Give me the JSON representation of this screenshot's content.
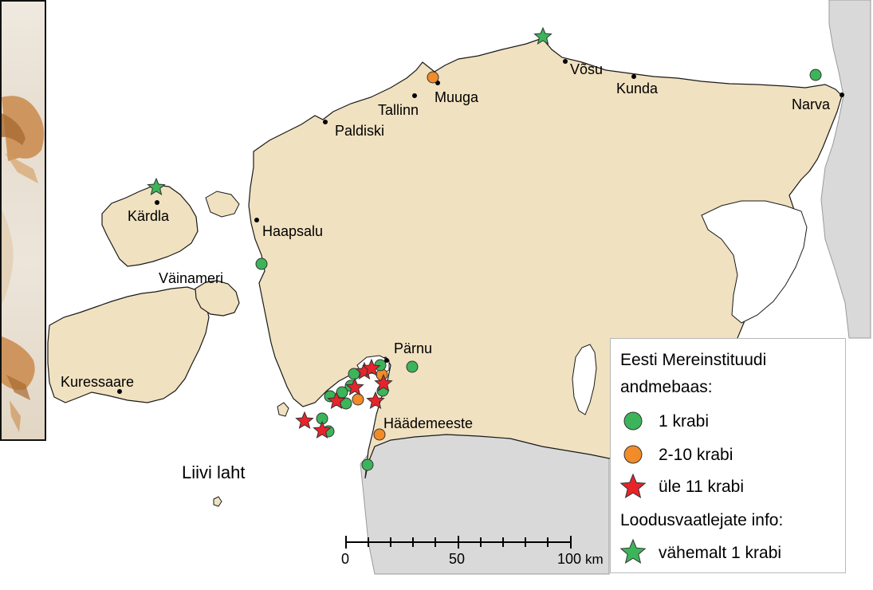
{
  "map": {
    "colors": {
      "land": "#f0e1c0",
      "neighbor_land": "#d9d9d9",
      "sea": "#ffffff",
      "coast": "#1a1a1a",
      "one_crab": "#3cb55a",
      "few_crabs": "#f28c28",
      "many_crabs": "#e8232a",
      "observers": "#3cb55a"
    },
    "sea_labels": {
      "gulf_of_riga": "Liivi laht",
      "vainameri": "Väinameri"
    },
    "cities": {
      "tallinn": "Tallinn",
      "muuga": "Muuga",
      "vosu": "Võsu",
      "kunda": "Kunda",
      "narva": "Narva",
      "paldiski": "Paldiski",
      "haapsalu": "Haapsalu",
      "kardla": "Kärdla",
      "kuressaare": "Kuressaare",
      "parnu": "Pärnu",
      "haademeeste": "Häädemeeste"
    },
    "scale_bar": {
      "label_0": "0",
      "label_50": "50",
      "label_100": "100",
      "unit": "km"
    }
  },
  "legend": {
    "title_line1": "Eesti Mereinstituudi",
    "title_line2": "andmebaas:",
    "one_crab": "1 krabi",
    "few_crabs": "2-10 krabi",
    "many_crabs": "üle 11 krabi",
    "observers_title": "Loodusvaatlejate info:",
    "observers_item": "vähemalt 1 krabi"
  },
  "inset": {
    "icon": "crab-photo"
  }
}
